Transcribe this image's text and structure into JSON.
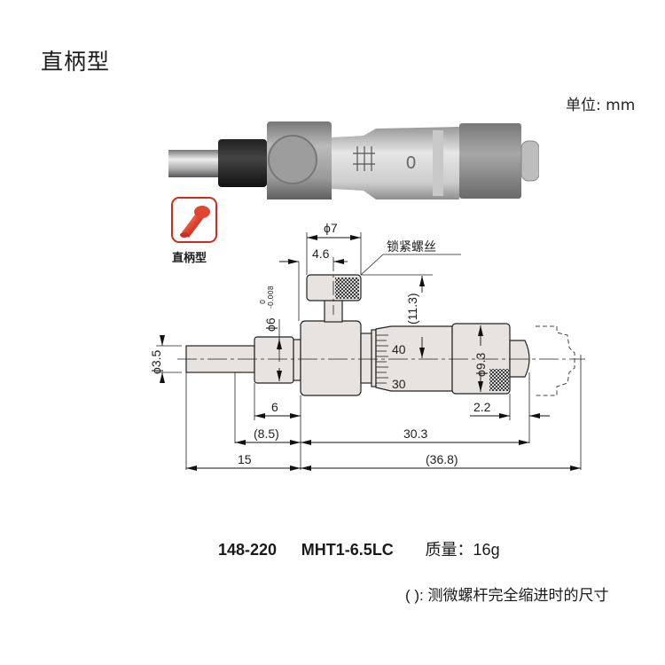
{
  "title": "直柄型",
  "unit_label": "单位: mm",
  "badge": {
    "label": "直柄型",
    "color": "#d42a1e"
  },
  "drawing": {
    "callout": "锁紧螺丝",
    "dims": {
      "phi7": "ϕ7",
      "d4_6": "4.6",
      "phi6": "ϕ6",
      "phi6_tol_upper": "0",
      "phi6_tol_lower": "-0.008",
      "phi3_5": "ϕ3.5",
      "h11_3": "(11.3)",
      "phi9_3": "ϕ9.3",
      "d6": "6",
      "d2_2": "2.2",
      "d8_5": "(8.5)",
      "d30_3": "30.3",
      "d15": "15",
      "d36_8": "(36.8)"
    },
    "thimble_scale": {
      "upper": "40",
      "lower": "30"
    }
  },
  "product": {
    "code": "148-220",
    "model": "MHT1-6.5LC",
    "mass": "质量：16g"
  },
  "footnote": "( ): 测微螺杆完全缩进时的尺寸"
}
